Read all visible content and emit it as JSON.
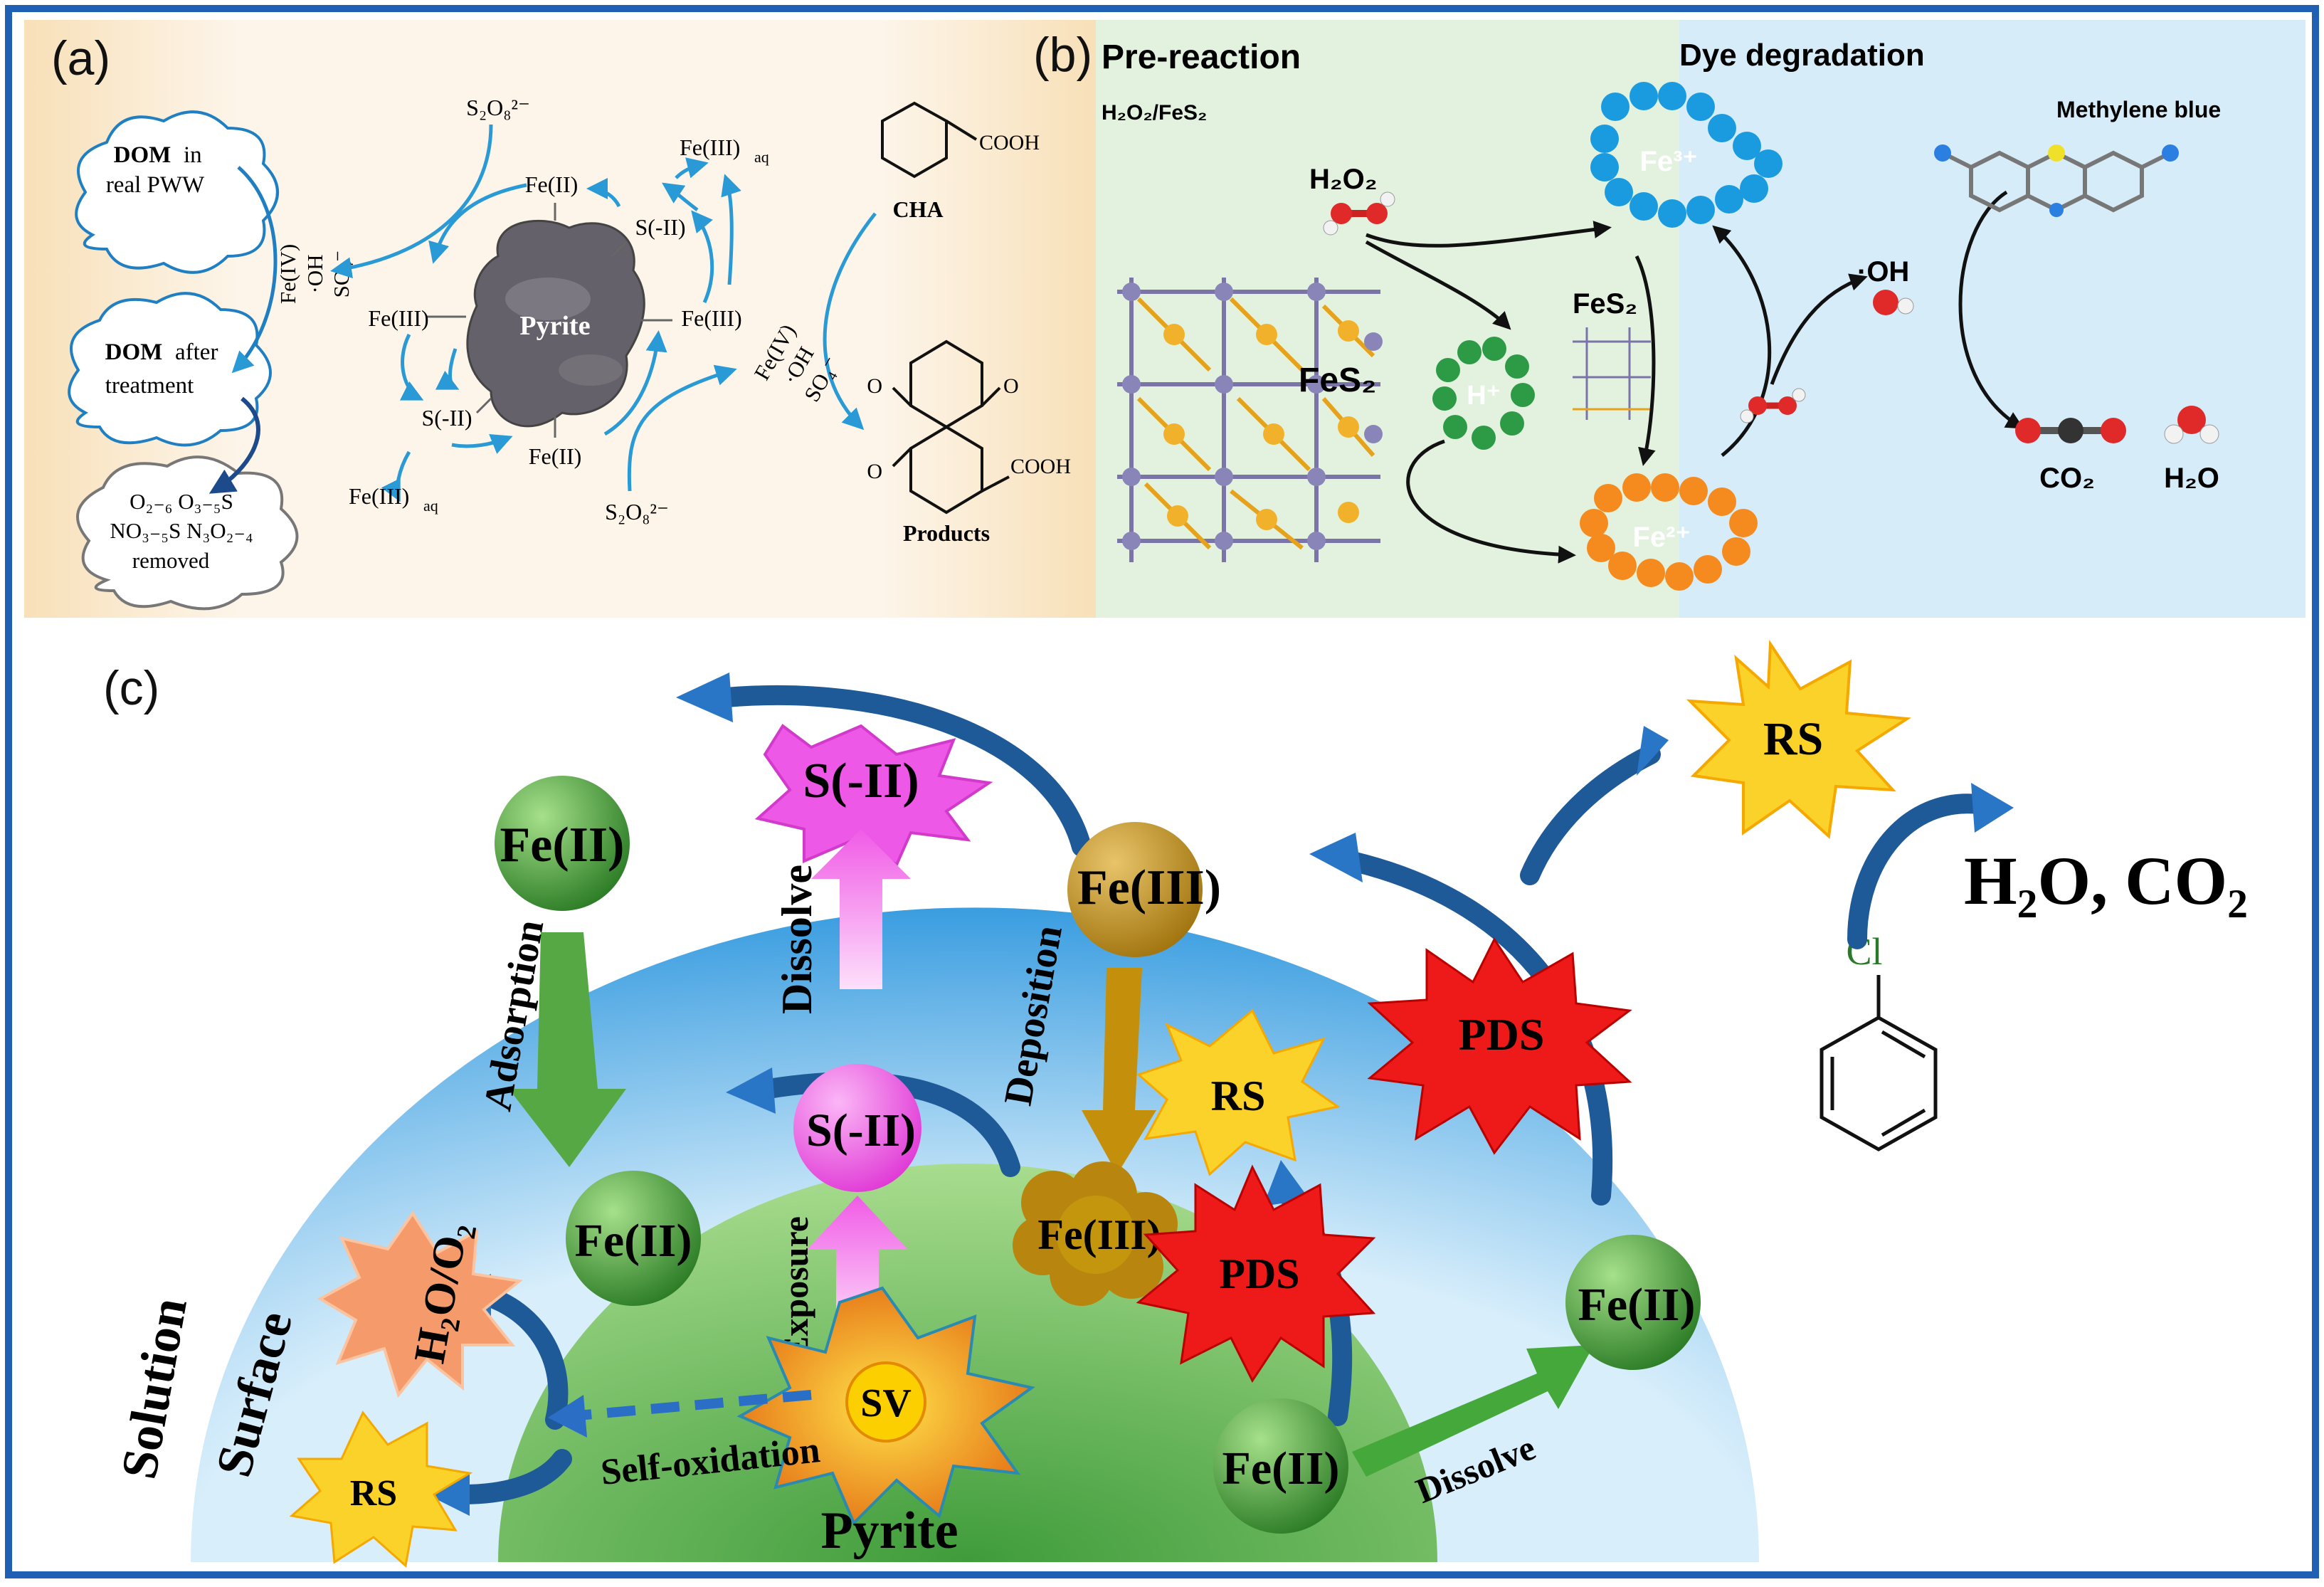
{
  "panel_a": {
    "label": "(a)",
    "dom_real_1": "DOM",
    "dom_real_2": " in",
    "dom_real_3": "real PWW",
    "dom_after_1": "DOM",
    "dom_after_2": " after",
    "dom_after_3": "treatment",
    "removed_1": "O₂₋₆ O₃₋₅S",
    "removed_2": "NO₃₋₅S N₃O₂₋₄",
    "removed_3": "removed",
    "radicals_left": [
      "Fe(IV)",
      "·OH",
      "SO₄⁻"
    ],
    "radicals_right": [
      "Fe(IV)",
      "·OH",
      "SO₄⁻"
    ],
    "persulfate_top": "S₂O₈²⁻",
    "persulfate_bottom": "S₂O₈²⁻",
    "pyrite": "Pyrite",
    "fe2_top": "Fe(II)",
    "fe2_bottom": "Fe(II)",
    "fe3_left": "Fe(III)",
    "fe3_right": "Fe(III)",
    "s2_top": "S(-II)",
    "s2_bottom": "S(-II)",
    "fe3aq_top": "Fe(III)",
    "fe3aq_top_sub": "aq",
    "fe3aq_bottom": "Fe(III)",
    "fe3aq_bottom_sub": "aq",
    "cooh_1": "COOH",
    "cooh_2": "COOH",
    "cha": "CHA",
    "products": "Products"
  },
  "panel_b": {
    "label": "(b)",
    "pre_reaction": "Pre-reaction",
    "h2o2_fes2": "H₂O₂/FeS₂",
    "dye_degradation": "Dye degradation",
    "h2o2": "H₂O₂",
    "fes2_main": "FeS₂",
    "fes2_small": "FeS₂",
    "h_plus": "H⁺",
    "fe3_plus": "Fe³⁺",
    "fe2_plus": "Fe²⁺",
    "oh": "·OH",
    "methylene_blue": "Methylene blue",
    "co2": "CO₂",
    "h2o": "H₂O"
  },
  "panel_c": {
    "label": "(c)",
    "rs_top": "RS",
    "h2o_co2": "H₂O, CO₂",
    "cl": "Cl",
    "fe2_outer": "Fe(II)",
    "s2_outer": "S(-II)",
    "fe3_outer": "Fe(III)",
    "dissolve_vertical": "Dissolve",
    "adsorption": "Adsorption",
    "deposition": "Deposition",
    "pds_top": "PDS",
    "rs_mid": "RS",
    "s2_inner": "S(-II)",
    "fe2_inner": "Fe(II)",
    "fe3_inner": "Fe(III)",
    "pds_mid": "PDS",
    "exposure": "Exposure",
    "sv": "SV",
    "h2o_o2": "H₂O/O₂",
    "self_oxidation": "Self-oxidation",
    "rs_bottom": "RS",
    "solution": "Solution",
    "surface": "Surface",
    "pyrite": "Pyrite",
    "fe2_core": "Fe(II)",
    "fe2_right": "Fe(II)",
    "dissolve_right": "Dissolve"
  }
}
